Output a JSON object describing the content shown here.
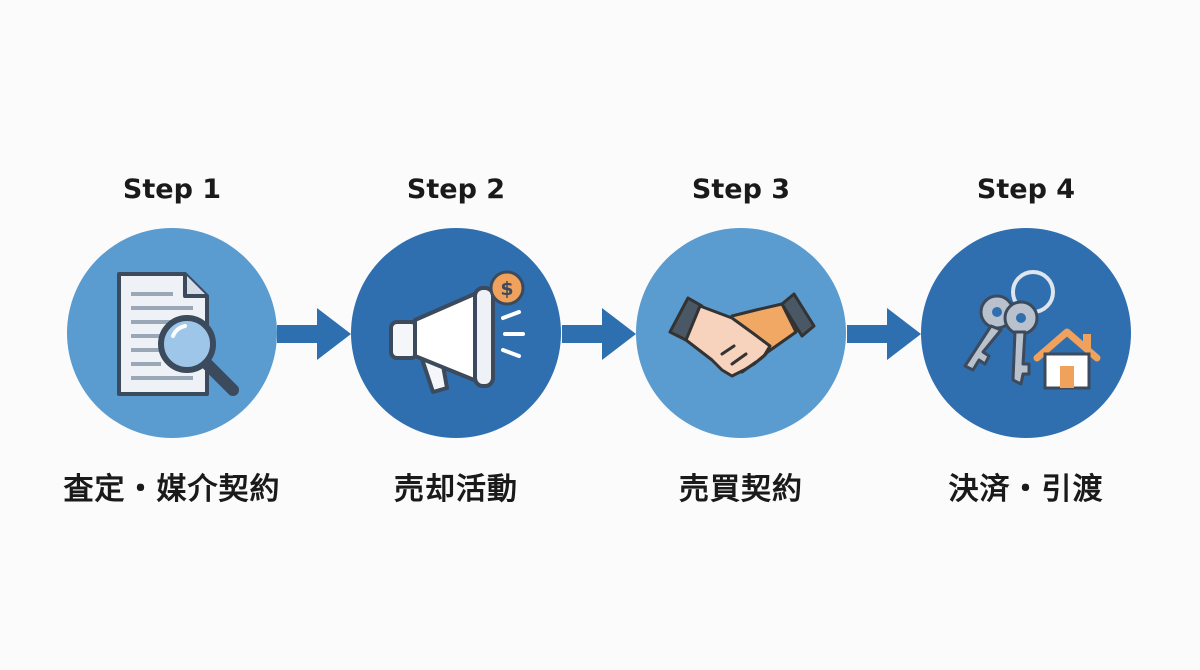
{
  "colors": {
    "circle_light": "#5a9bd0",
    "circle_dark": "#2f6fb0",
    "arrow": "#2e6fb0",
    "text": "#1a1a1a",
    "accent_orange": "#f0a15c"
  },
  "steps": [
    {
      "title": "Step 1",
      "label": "査定・媒介契約",
      "icon": "document-search-icon"
    },
    {
      "title": "Step 2",
      "label": "売却活動",
      "icon": "megaphone-icon"
    },
    {
      "title": "Step 3",
      "label": "売買契約",
      "icon": "handshake-icon"
    },
    {
      "title": "Step 4",
      "label": "決済・引渡",
      "icon": "keys-house-icon"
    }
  ],
  "connectors": [
    "arrow-right-icon",
    "arrow-right-icon",
    "arrow-right-icon"
  ]
}
